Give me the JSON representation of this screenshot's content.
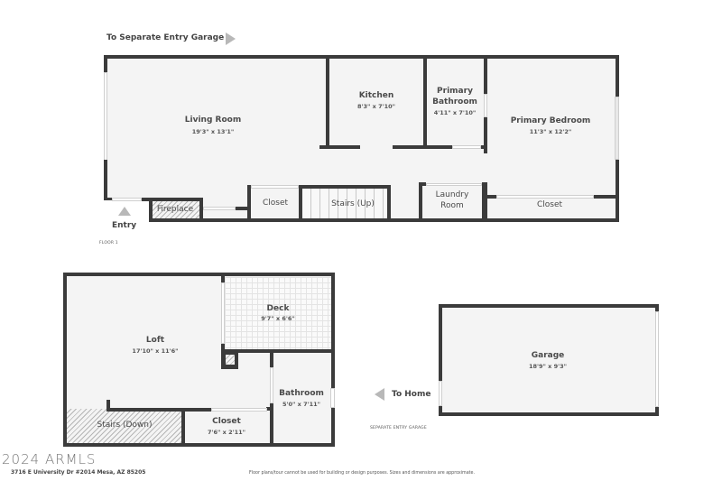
{
  "nav": {
    "to_garage": "To Separate Entry Garage",
    "to_home": "To Home",
    "entry": "Entry"
  },
  "floor1": {
    "label": "FLOOR 1",
    "rooms": {
      "living_room": {
        "name": "Living Room",
        "dim": "19'3\" x 13'1\""
      },
      "kitchen": {
        "name": "Kitchen",
        "dim": "8'3\" x 7'10\""
      },
      "primary_bathroom": {
        "name_line1": "Primary",
        "name_line2": "Bathroom",
        "dim": "4'11\" x 7'10\""
      },
      "primary_bedroom": {
        "name": "Primary Bedroom",
        "dim": "11'3\" x 12'2\""
      },
      "fireplace": {
        "name": "Fireplace"
      },
      "closet_1": {
        "name": "Closet"
      },
      "stairs_up": {
        "name": "Stairs (Up)"
      },
      "laundry": {
        "name_line1": "Laundry",
        "name_line2": "Room"
      },
      "closet_bedroom": {
        "name": "Closet"
      }
    }
  },
  "floor2": {
    "rooms": {
      "loft": {
        "name": "Loft",
        "dim": "17'10\" x 11'6\""
      },
      "deck": {
        "name": "Deck",
        "dim": "9'7\" x 6'6\""
      },
      "bathroom": {
        "name": "Bathroom",
        "dim": "5'0\" x 7'11\""
      },
      "stairs_down": {
        "name": "Stairs (Down)"
      },
      "closet": {
        "name": "Closet",
        "dim": "7'6\" x 2'11\""
      }
    }
  },
  "garage": {
    "label": "SEPARATE ENTRY GARAGE",
    "room": {
      "name": "Garage",
      "dim": "18'9\" x 9'3\""
    }
  },
  "footer": {
    "watermark": "2024 ARMLS",
    "address": "3716 E University Dr #2014 Mesa, AZ 85205",
    "disclaimer": "Floor plans/tour cannot be used for building or design purposes. Sizes and dimensions are approximate."
  },
  "colors": {
    "wall": "#3b3b3b",
    "floor": "#f4f4f4",
    "arrow": "#b8b8b8"
  }
}
